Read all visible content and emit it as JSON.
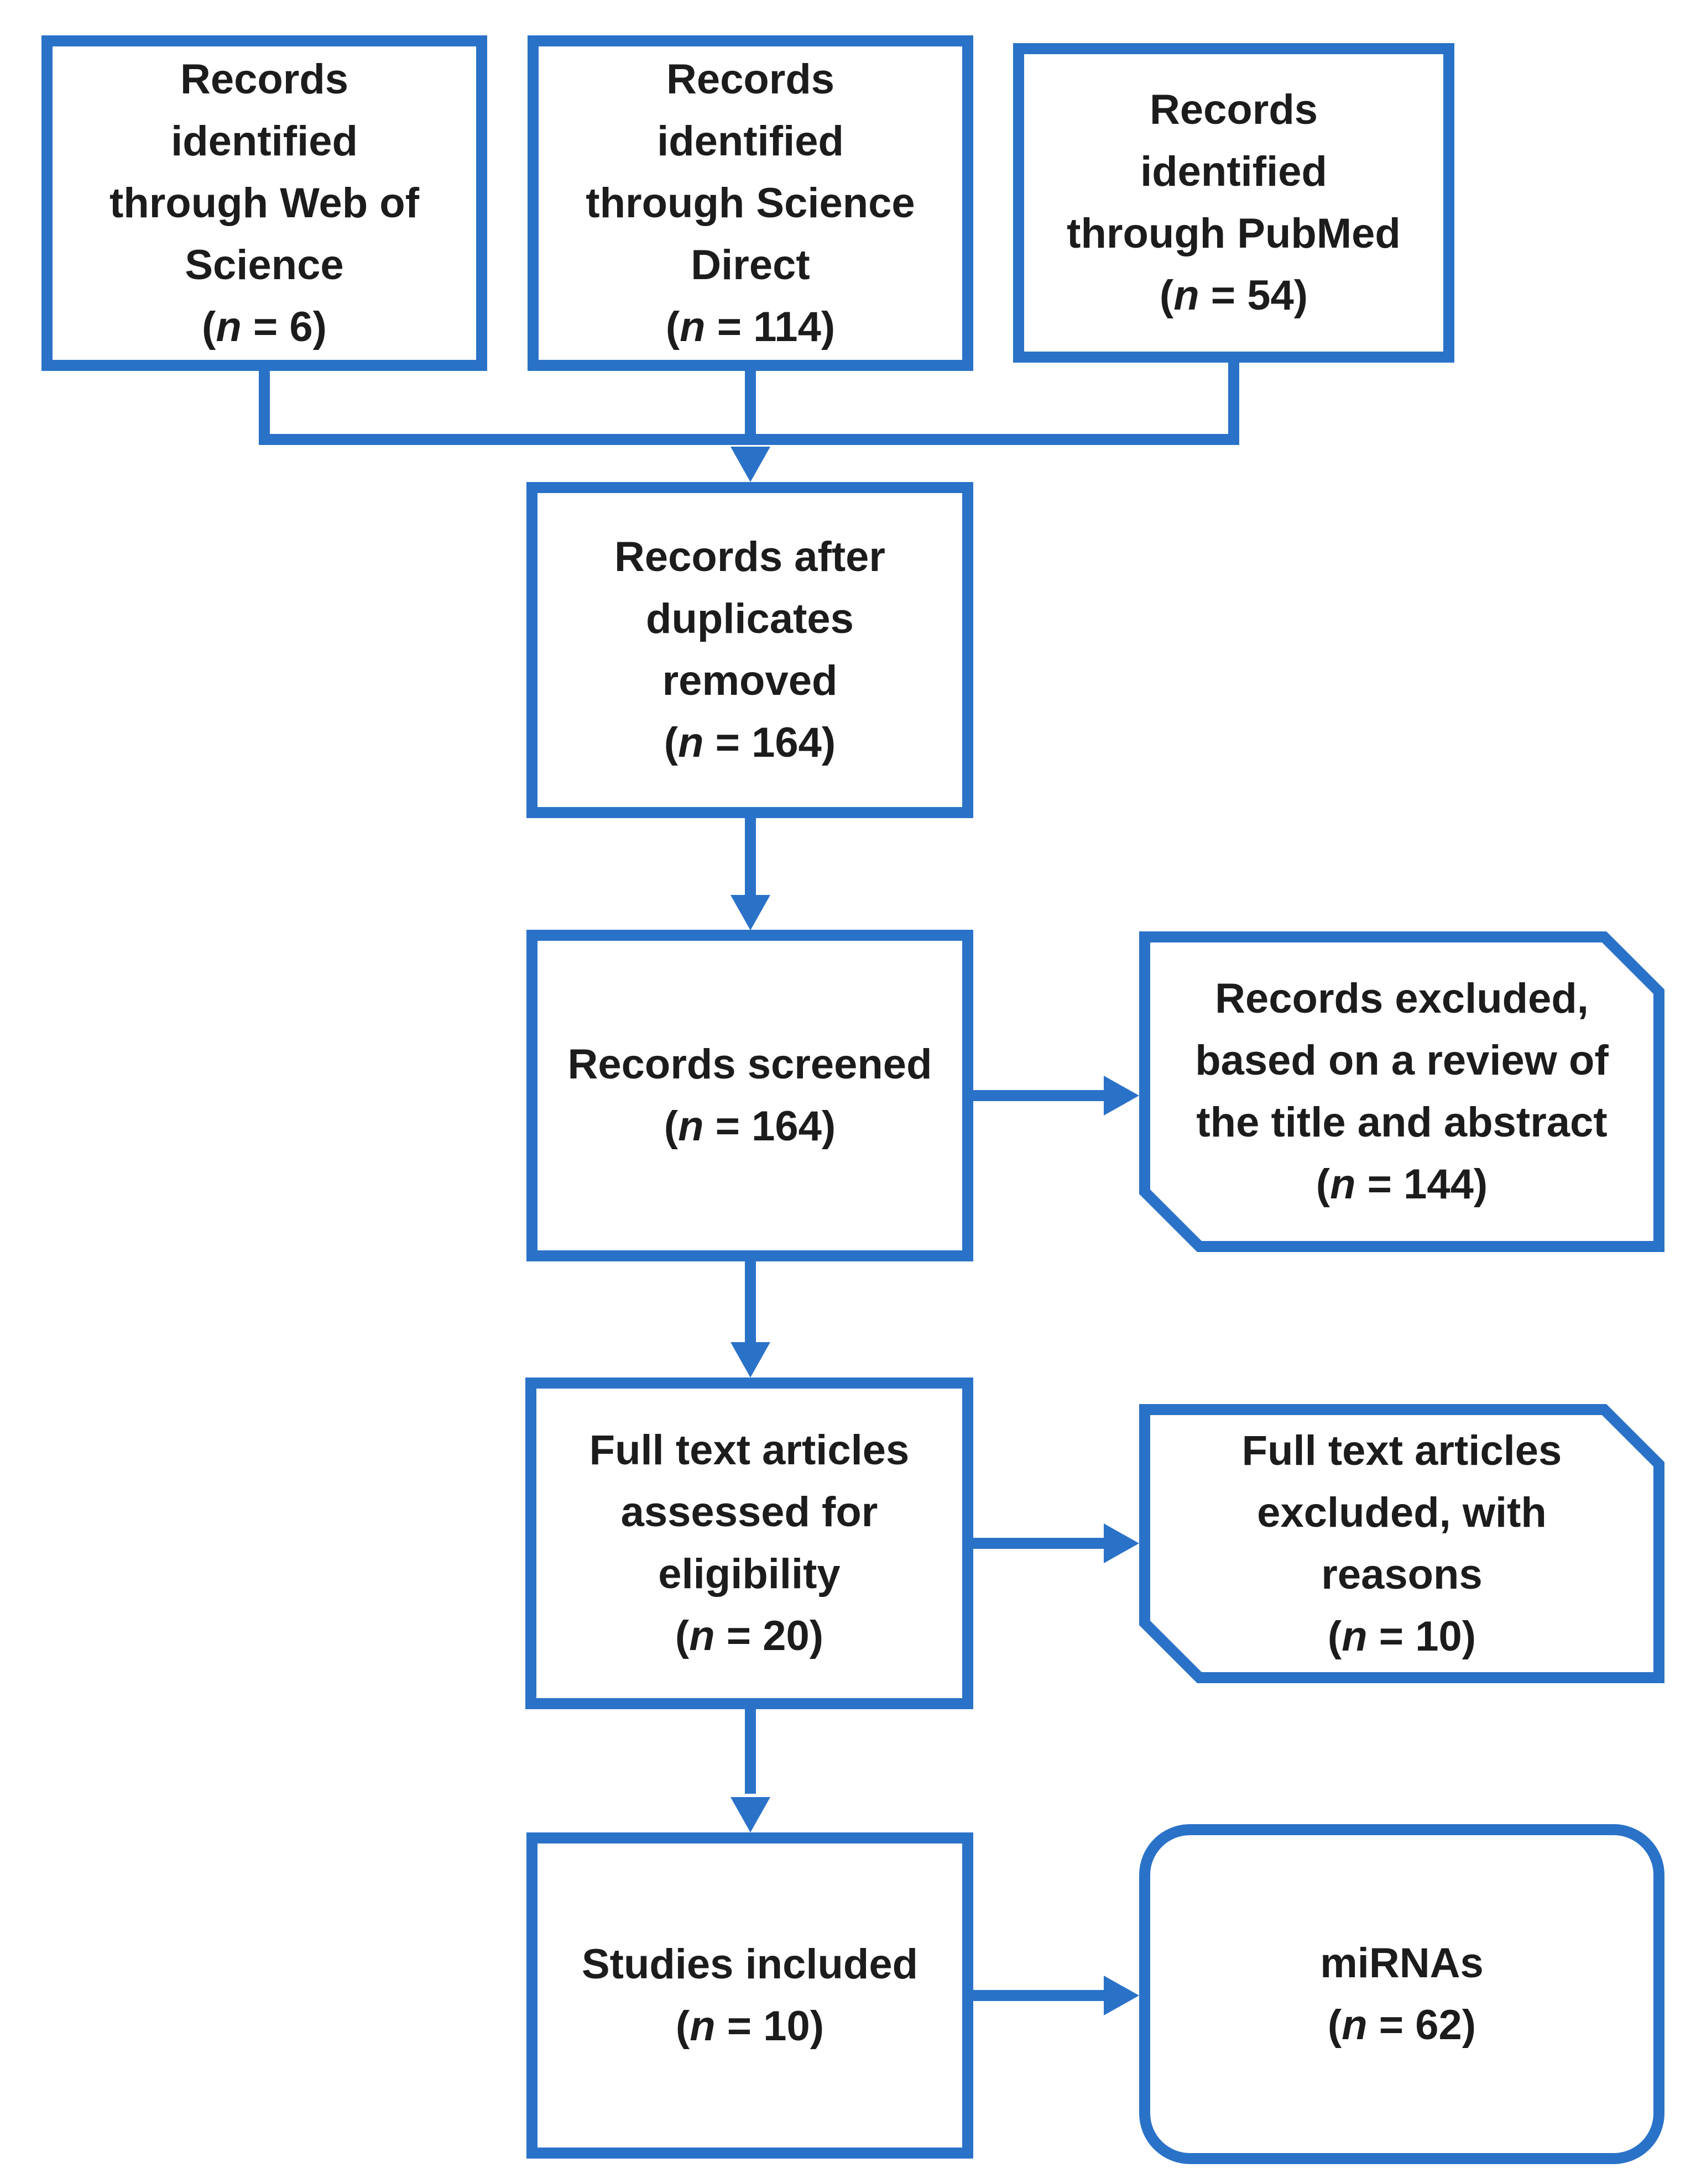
{
  "diagram": {
    "type": "prisma-flow-diagram",
    "colors": {
      "accent": "#2a72c8",
      "text": "#1c1c1c",
      "background": "#ffffff"
    },
    "boxes": {
      "web_of_science": {
        "lines": [
          "Records",
          "identified",
          "through Web of",
          "Science",
          "(n = 6)"
        ],
        "count": 6
      },
      "science_direct": {
        "lines": [
          "Records",
          "identified",
          "through Science",
          "Direct",
          "(n = 114)"
        ],
        "count": 114
      },
      "pubmed": {
        "lines": [
          "Records",
          "identified",
          "through PubMed",
          "(n = 54)"
        ],
        "count": 54
      },
      "duplicates_removed": {
        "lines": [
          "Records after",
          "duplicates",
          "removed",
          "(n = 164)"
        ],
        "count": 164
      },
      "records_screened": {
        "lines": [
          "Records screened",
          "(n = 164)"
        ],
        "count": 164
      },
      "records_excluded": {
        "lines": [
          "Records excluded,",
          "based on a review of",
          "the title and abstract",
          "(n = 144)"
        ],
        "count": 144
      },
      "full_text_assessed": {
        "lines": [
          "Full text articles",
          "assessed for",
          "eligibility",
          "(n = 20)"
        ],
        "count": 20
      },
      "full_text_excluded": {
        "lines": [
          "Full text articles",
          "excluded, with",
          "reasons",
          "(n = 10)"
        ],
        "count": 10
      },
      "studies_included": {
        "lines": [
          "Studies included",
          "(n = 10)"
        ],
        "count": 10
      },
      "mirnas": {
        "lines": [
          "miRNAs",
          "(n = 62)"
        ],
        "count": 62
      }
    }
  }
}
